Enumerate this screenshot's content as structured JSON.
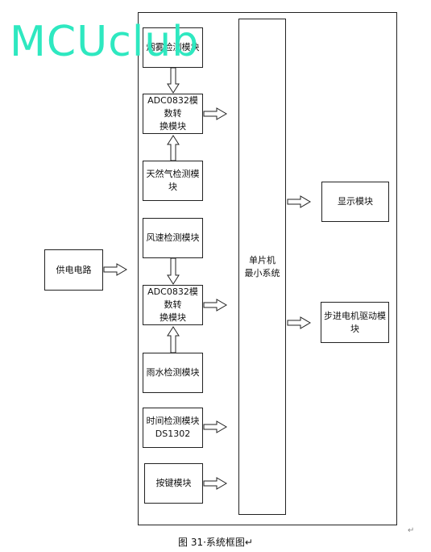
{
  "watermark": {
    "text": "MCUclub",
    "color": "#2ee8c0"
  },
  "blocks": {
    "smoke": "烟雾检测模块",
    "adc1": "ADC0832模数转\n换模块",
    "gas": "天然气检测模块",
    "wind": "风速检测模块",
    "adc2": "ADC0832模数转\n换模块",
    "rain": "雨水检测模块",
    "time": "时间检测模块\nDS1302",
    "keys": "按键模块",
    "power": "供电电路",
    "mcu": "单片机\n最小系统",
    "display": "显示模块",
    "motor": "步进电机驱动模块"
  },
  "caption": "图 31·系统框图↵",
  "marks": {
    "edit_mark": "↵"
  },
  "colors": {
    "line": "#222222",
    "watermark": "#2ee8c0"
  }
}
